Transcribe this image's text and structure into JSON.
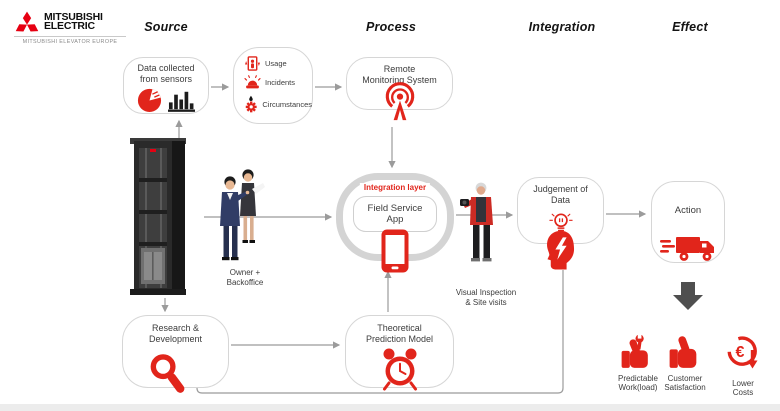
{
  "brand": {
    "line1": "MITSUBISHI",
    "line2": "ELECTRIC",
    "subtitle": "MITSUBISHI ELEVATOR EUROPE",
    "mark": "three-diamond-icon"
  },
  "headers": [
    {
      "label": "Source"
    },
    {
      "label": "Process"
    },
    {
      "label": "Integration"
    },
    {
      "label": "Effect"
    }
  ],
  "nodes": {
    "data_collected": {
      "label": "Data collected\nfrom sensors",
      "icons": [
        "pie-chart-icon",
        "bar-chart-icon"
      ]
    },
    "sensor_metrics": {
      "items": [
        {
          "icon": "elevator-usage-icon",
          "label": "Usage"
        },
        {
          "icon": "siren-icon",
          "label": "Incidents"
        },
        {
          "icon": "gear-drop-icon",
          "label": "Circumstances"
        }
      ]
    },
    "remote_monitoring": {
      "label": "Remote\nMonitoring System",
      "icon": "antenna-icon"
    },
    "field_service_app": {
      "badge": "Integration layer",
      "label": "Field Service\nApp",
      "icon": "smartphone-icon"
    },
    "judgement": {
      "label": "Judgement of\nData",
      "icons": [
        "lightbulb-icon",
        "head-lightning-icon"
      ]
    },
    "action": {
      "label": "Action",
      "icon": "delivery-truck-icon"
    },
    "research": {
      "label": "Research &\nDevelopment",
      "icon": "magnifier-icon"
    },
    "theoretical": {
      "label": "Theoretical\nPrediction Model",
      "icon": "alarm-clock-icon"
    }
  },
  "figures": {
    "owner": {
      "caption": "Owner +\nBackoffice"
    },
    "inspection": {
      "caption": "Visual Inspection\n& Site visits"
    }
  },
  "outcomes": [
    {
      "icon": "thumbs-up-wrench-icon",
      "label": "Predictable\nWork(load)"
    },
    {
      "icon": "thumbs-up-icon",
      "label": "Customer\nSatisfaction"
    },
    {
      "icon": "euro-down-icon",
      "label": "Lower Costs"
    }
  ],
  "colors": {
    "brand_red": "#e60012",
    "icon_red": "#e1251b",
    "node_border": "#d6d6d6",
    "arrow_gray": "#9b9b9b",
    "block_arrow_gray": "#4f4f4f",
    "text": "#3c3c3c"
  }
}
